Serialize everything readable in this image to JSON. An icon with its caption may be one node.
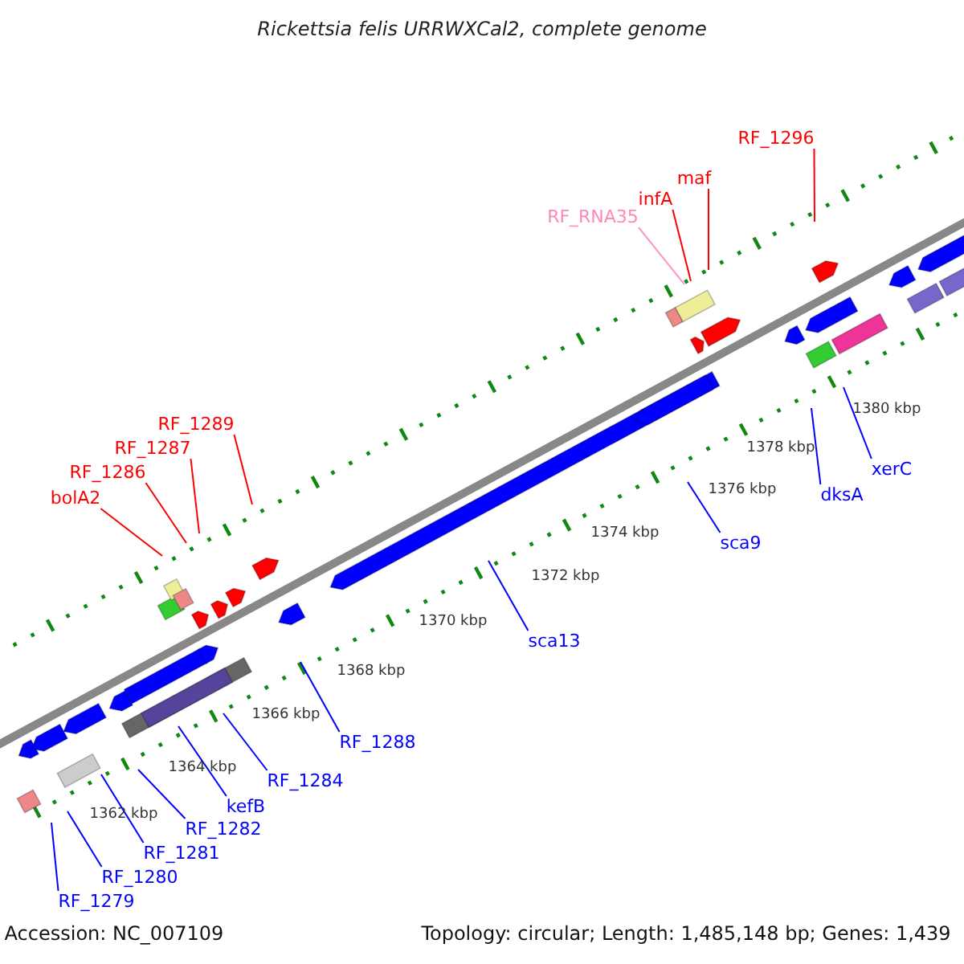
{
  "diagram": {
    "title": "Rickettsia felis URRWXCal2, complete genome",
    "nodes": [
      {
        "text": [
          "RF_1296"
        ]
      },
      {
        "text": [
          "maf"
        ]
      },
      {
        "text": [
          "infA"
        ]
      },
      {
        "text": [
          "RF_RNA35"
        ]
      },
      {
        "text": [
          "RF_1289"
        ]
      },
      {
        "text": [
          "RF_1287"
        ]
      },
      {
        "text": [
          "RF_1286"
        ]
      },
      {
        "text": [
          "bolA2"
        ]
      },
      {
        "text": [
          "xerC"
        ]
      },
      {
        "text": [
          "dksA"
        ]
      },
      {
        "text": [
          "sca9"
        ]
      },
      {
        "text": [
          "sca13"
        ]
      },
      {
        "text": [
          "RF_1288"
        ]
      },
      {
        "text": [
          "RF_1284"
        ]
      },
      {
        "text": [
          "kefB"
        ]
      },
      {
        "text": [
          "RF_1282"
        ]
      },
      {
        "text": [
          "RF_1281"
        ]
      },
      {
        "text": [
          "RF_1280"
        ]
      },
      {
        "text": [
          "RF_1279"
        ]
      }
    ],
    "edges": [
      {
        "from": 0,
        "to": null,
        "arrow": "none",
        "color": "#ff0000"
      },
      {
        "from": 1,
        "to": null,
        "arrow": "none",
        "color": "#ff0000"
      },
      {
        "from": 2,
        "to": null,
        "arrow": "none",
        "color": "#ff0000"
      },
      {
        "from": 3,
        "to": null,
        "arrow": "none",
        "color": "#ff99cc"
      },
      {
        "from": 4,
        "to": null,
        "arrow": "none",
        "color": "#ff0000"
      },
      {
        "from": 5,
        "to": null,
        "arrow": "none",
        "color": "#ff0000"
      },
      {
        "from": 6,
        "to": null,
        "arrow": "none",
        "color": "#ff0000"
      },
      {
        "from": 7,
        "to": null,
        "arrow": "none",
        "color": "#ff0000"
      },
      {
        "from": 8,
        "to": null,
        "arrow": "none"
      },
      {
        "from": 9,
        "to": null,
        "arrow": "none"
      },
      {
        "from": 10,
        "to": null,
        "arrow": "none"
      },
      {
        "from": 11,
        "to": null,
        "arrow": "none"
      },
      {
        "from": 12,
        "to": null,
        "arrow": "none"
      },
      {
        "from": 13,
        "to": null,
        "arrow": "none"
      },
      {
        "from": 14,
        "to": null,
        "arrow": "none"
      },
      {
        "from": 15,
        "to": null,
        "arrow": "none"
      },
      {
        "from": 16,
        "to": null,
        "arrow": "none"
      },
      {
        "from": 17,
        "to": null,
        "arrow": "none"
      },
      {
        "from": 18,
        "to": null,
        "arrow": "none"
      }
    ],
    "labels": [
      "1380 kbp",
      "1378 kbp",
      "1376 kbp",
      "1374 kbp",
      "1372 kbp",
      "1370 kbp",
      "1368 kbp",
      "1366 kbp",
      "1364 kbp",
      "1362 kbp",
      "Accession: NC_007109",
      "Topology: circular; Length: 1,485,148 bp; Genes: 1,439"
    ]
  }
}
